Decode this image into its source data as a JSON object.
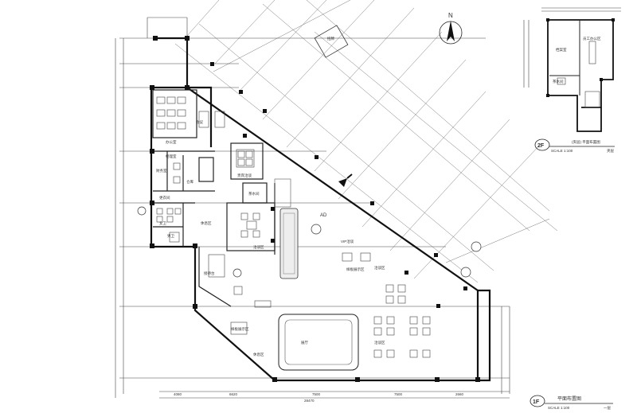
{
  "north_label": "N",
  "entrance_label": "AD",
  "first_floor": {
    "badge": "1F",
    "title": "平面布置图",
    "scale": "SCALE 1:100",
    "suffix": "一层",
    "overall_dimension": "28470",
    "bottom_dimensions": [
      "4080",
      "6620",
      "7500",
      "7500",
      "2660"
    ]
  },
  "second_floor": {
    "badge": "2F",
    "title": "(夹层) 平面布置图",
    "scale": "SCALE 1:100",
    "suffix": "夹层"
  },
  "rooms": {
    "office": "办公室",
    "meeting": "会议",
    "manager": "经理室",
    "finance": "财务室",
    "storage": "仓库",
    "private_room": "贵宾洽谈",
    "female_wc": "女卫",
    "male_wc": "男卫",
    "dressing": "更衣间",
    "negotiation": "洽谈区",
    "reception": "接待台",
    "showroom": "展厅",
    "display": "样板展示区",
    "tea": "茶水间",
    "waiting": "休息区",
    "vip": "VIP洽谈",
    "office_2f": "员工办公区",
    "archive_2f": "档案室",
    "signboard": "招牌"
  }
}
